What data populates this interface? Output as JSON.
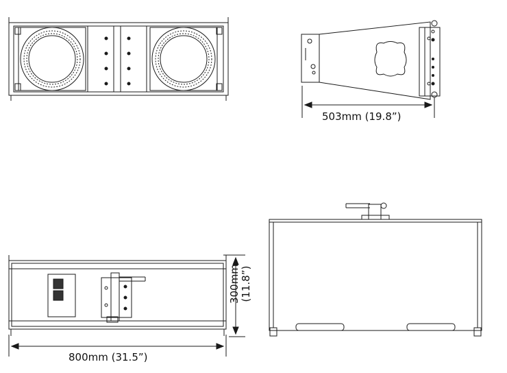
{
  "dimensions": {
    "depth": "503mm (19.8”)",
    "width": "800mm (31.5”)",
    "height_mm": "300mm",
    "height_in": "(11.8”)"
  },
  "colors": {
    "line": "#1a1a1a",
    "background": "#ffffff",
    "fill_dark": "#333333"
  }
}
